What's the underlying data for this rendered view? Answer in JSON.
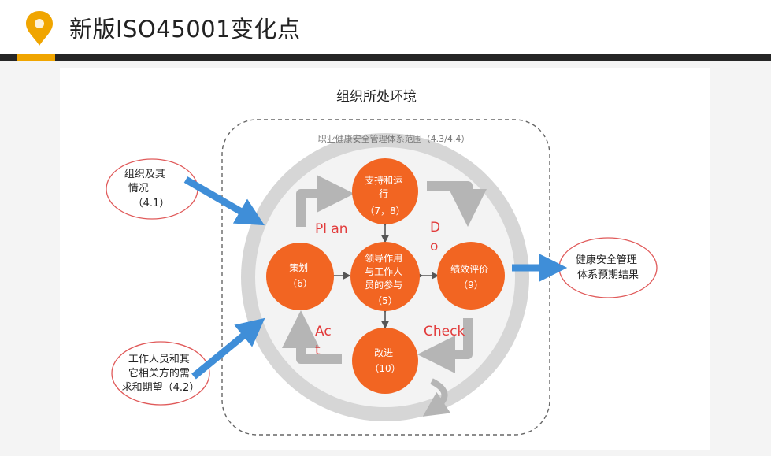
{
  "slide": {
    "title": "新版ISO45001变化点",
    "logo_icon": "map-pin-icon",
    "colors": {
      "accent": "#f0a500",
      "node": "#f26522",
      "arrow_blue": "#3f8ed8",
      "pdca_red": "#e23b3b",
      "ellipse_border": "#e05a5a"
    }
  },
  "diagram": {
    "context_label": "组织所处环境",
    "scope_label": "职业健康安全管理体系范围（4.3/4.4）",
    "inputs": [
      {
        "lines": [
          "组织及其",
          "情况",
          "（4.1）"
        ]
      },
      {
        "lines": [
          "工作人员和其",
          "它相关方的需",
          "求和期望（4.2）"
        ]
      }
    ],
    "output": {
      "lines": [
        "健康安全管理",
        "体系预期结果"
      ]
    },
    "nodes": {
      "support": {
        "lines": [
          "支持和运",
          "行",
          "（7，8）"
        ]
      },
      "planning": {
        "lines": [
          "策划",
          "（6）"
        ]
      },
      "evaluation": {
        "lines": [
          "绩效评价",
          "（9）"
        ]
      },
      "improvement": {
        "lines": [
          "改进",
          "（10）"
        ]
      },
      "leadership": {
        "lines": [
          "领导作用",
          "与工作人",
          "员的参与",
          "（5）"
        ]
      }
    },
    "pdca": {
      "plan": "Pl an",
      "do": [
        "D",
        "o"
      ],
      "check": "Check",
      "act": [
        "Ac",
        "t"
      ]
    }
  }
}
